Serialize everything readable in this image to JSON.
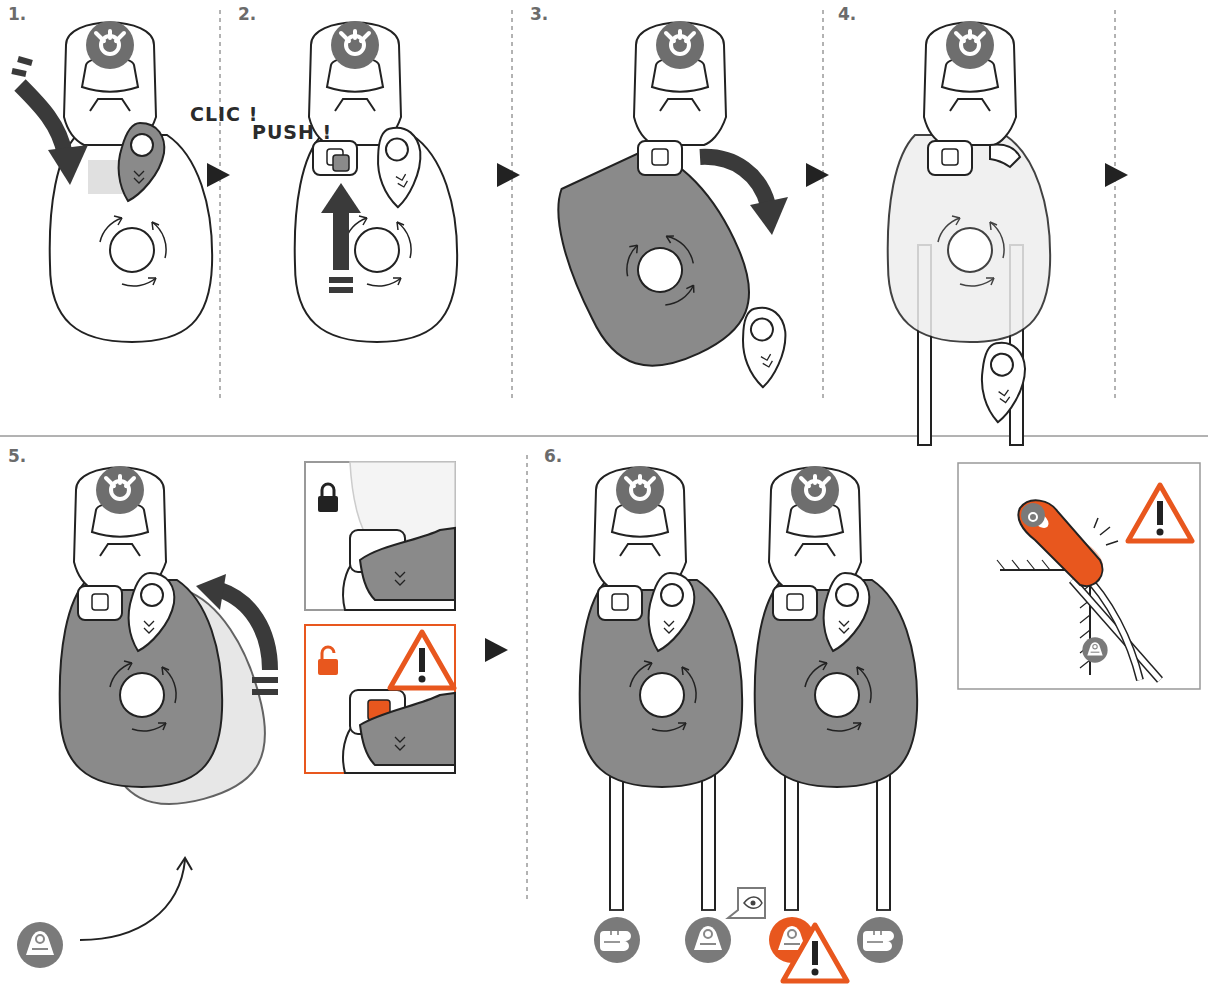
{
  "diagram": {
    "labels": [
      "1.",
      "2.",
      "3.",
      "4.",
      "5.",
      "6.",
      "PUSH !",
      "CLIC !"
    ]
  }
}
